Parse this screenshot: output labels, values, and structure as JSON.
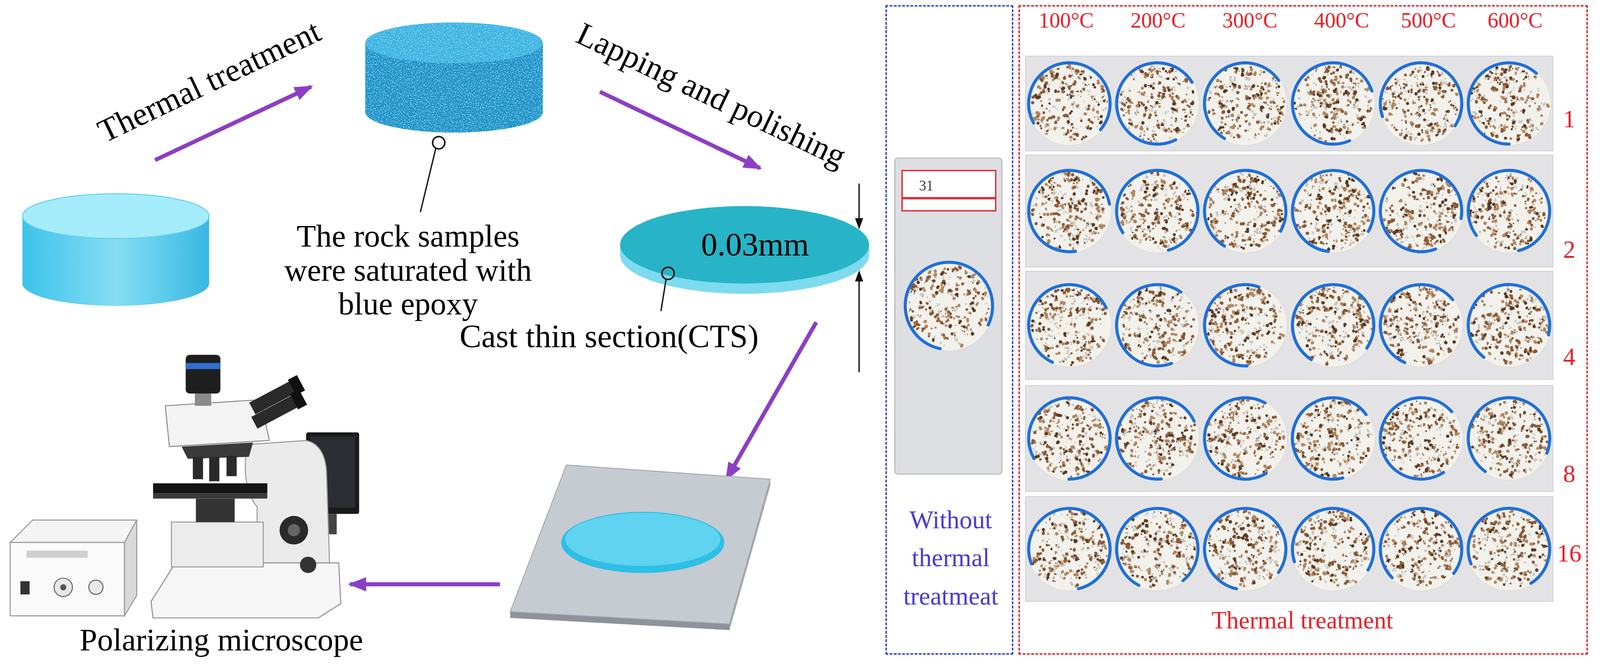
{
  "diagram": {
    "nodes": [
      {
        "text": [
          "0.03mm"
        ]
      },
      {
        "text": [
          "Without thermal treatmeat"
        ]
      },
      {
        "text": [
          "31"
        ],
        "in": 1
      },
      {
        "text": [
          "Thermal treatment"
        ]
      }
    ],
    "labels": [
      "Thermal treatment",
      "The rock samples were saturated with blue epoxy",
      "Lapping and polishing",
      "Cast thin section(CTS)",
      "Polarizing microscope",
      "100°C",
      "200°C",
      "300°C",
      "400°C",
      "500°C",
      "600°C",
      "1",
      "2",
      "4",
      "8",
      "16"
    ]
  }
}
